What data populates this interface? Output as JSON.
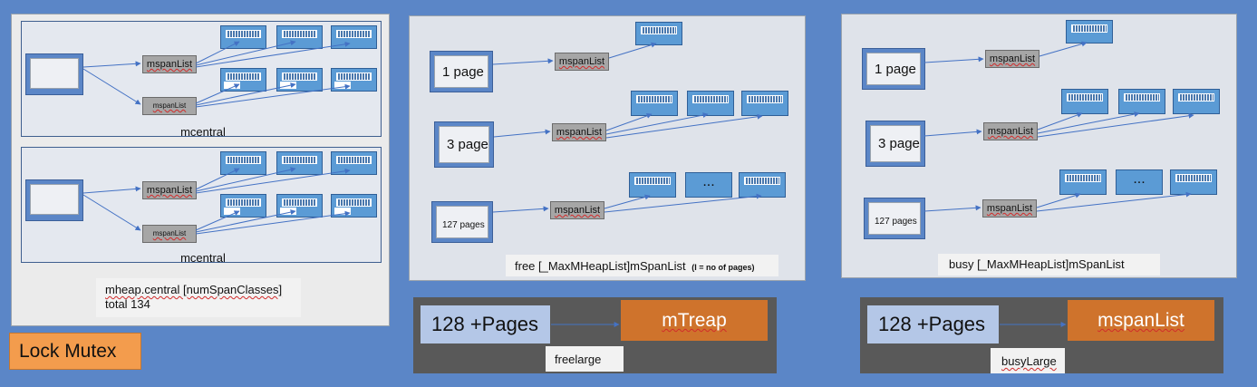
{
  "mcentral_panel": {
    "sections": [
      {
        "label": "mcentral",
        "list1": "mspanList",
        "list2": "mspanList"
      },
      {
        "label": "mcentral",
        "list1": "mspanList",
        "list2": "mspanList"
      }
    ],
    "caption_line1": "mheap.central [numSpanClasses]",
    "caption_line2": "total 134"
  },
  "lock_label": "Lock Mutex",
  "free_panel": {
    "rows": [
      {
        "pages": "1 page",
        "list": "mspanList"
      },
      {
        "pages": "3 page",
        "list": "mspanList"
      },
      {
        "pages": "127 pages",
        "list": "mspanList",
        "ellipsis": "..."
      }
    ],
    "caption": "free [_MaxMHeapList]mSpanList",
    "caption_note": "(I = no of pages)"
  },
  "busy_panel": {
    "rows": [
      {
        "pages": "1 page",
        "list": "mspanList"
      },
      {
        "pages": "3 page",
        "list": "mspanList"
      },
      {
        "pages": "127 pages",
        "list": "mspanList",
        "ellipsis": "..."
      }
    ],
    "caption": "busy [_MaxMHeapList]mSpanList"
  },
  "freelarge": {
    "pages": "128 +Pages",
    "target": "mTreap",
    "caption": "freelarge"
  },
  "busylarge": {
    "pages": "128 +Pages",
    "target": "mspanList",
    "caption": "busyLarge"
  },
  "colors": {
    "background": "#5b86c7",
    "span": "#5b9bd5",
    "list": "#a6a6a6",
    "accent": "#cf732c",
    "lock": "#f39c4d"
  }
}
